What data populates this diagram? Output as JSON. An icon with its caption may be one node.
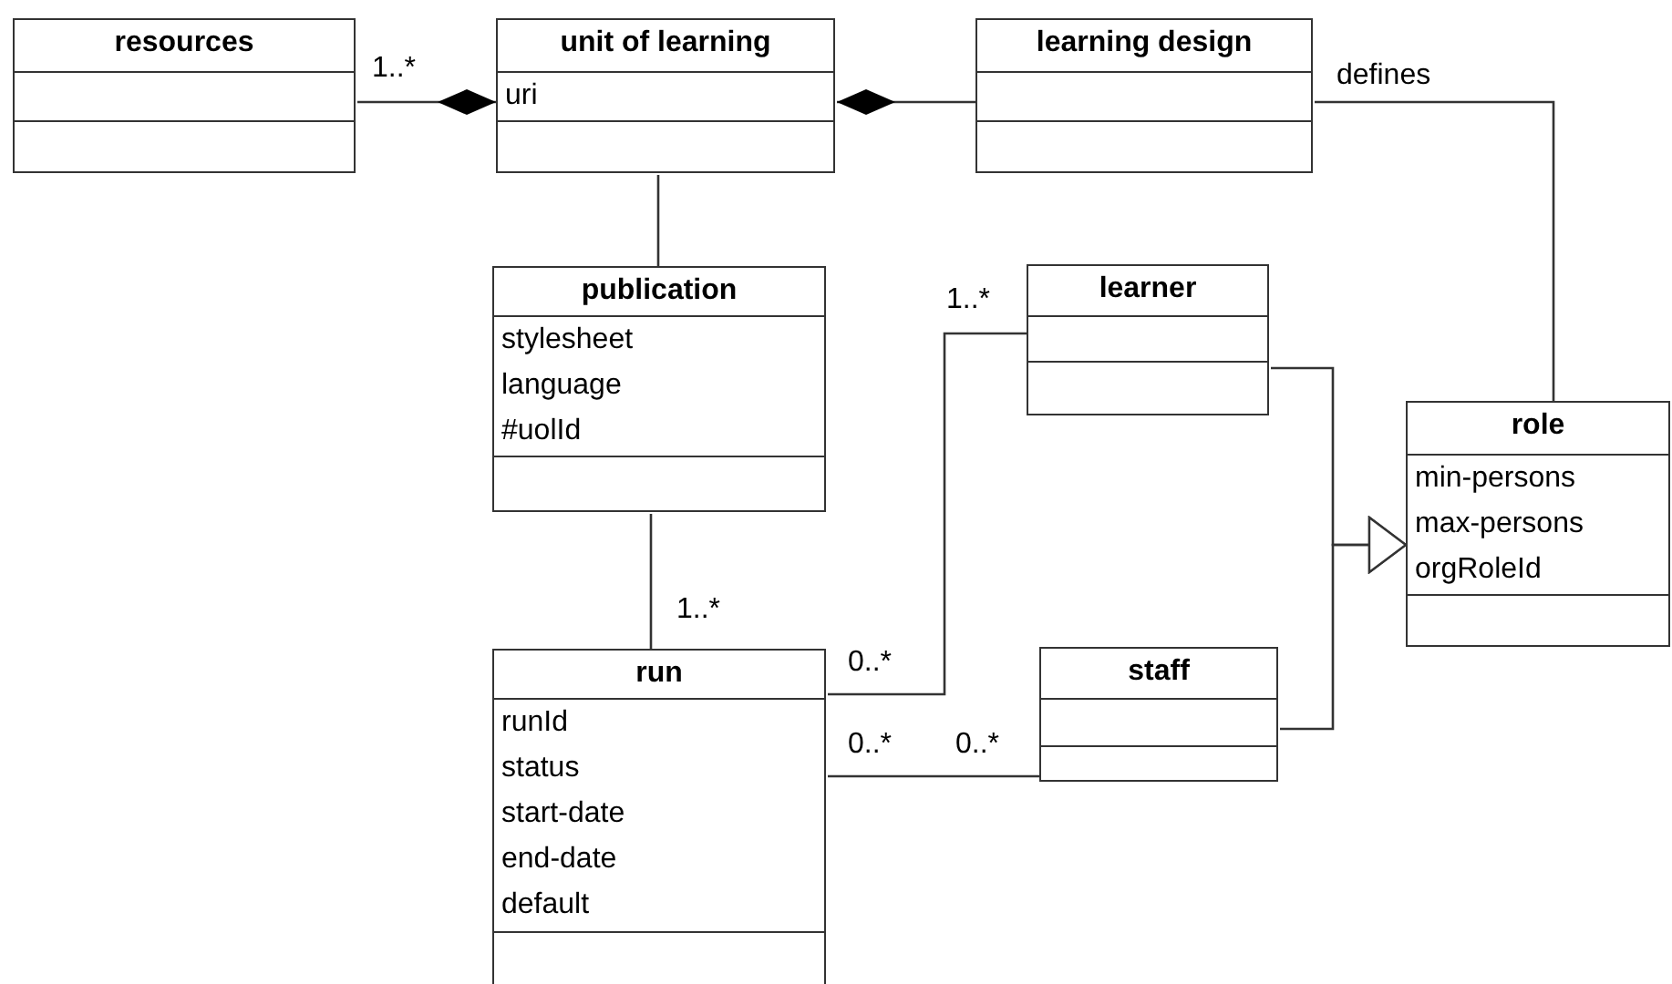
{
  "diagram": {
    "nodes": [
      {
        "text": [
          "resources"
        ]
      },
      {
        "text": [
          "unit of learning",
          "uri"
        ]
      },
      {
        "text": [
          "learning design"
        ]
      },
      {
        "text": [
          "publication",
          "stylesheet",
          "language",
          "#uolId"
        ]
      },
      {
        "text": [
          "learner"
        ]
      },
      {
        "text": [
          "role",
          "min-persons",
          "max-persons",
          "orgRoleId"
        ]
      },
      {
        "text": [
          "run",
          "runId",
          "status",
          "start-date",
          "end-date",
          "default"
        ]
      },
      {
        "text": [
          "staff"
        ]
      }
    ],
    "edges": [
      {
        "from": 1,
        "to": 0,
        "arrow": "other",
        "label": "1..*"
      },
      {
        "from": 1,
        "to": 2,
        "arrow": "other"
      },
      {
        "from": 1,
        "to": 3,
        "arrow": "none"
      },
      {
        "from": 2,
        "to": 5,
        "arrow": "none",
        "label": "defines"
      },
      {
        "from": 3,
        "to": 6,
        "arrow": "none",
        "label": "1..*"
      },
      {
        "from": 6,
        "to": 4,
        "arrow": "none",
        "label": "1..*"
      },
      {
        "from": 6,
        "to": 7,
        "arrow": "none",
        "label": "0..*"
      },
      {
        "from": 4,
        "to": 5,
        "arrow": "to"
      },
      {
        "from": 7,
        "to": 5,
        "arrow": "to"
      }
    ],
    "labels": [
      "0..*",
      "0..*"
    ]
  }
}
